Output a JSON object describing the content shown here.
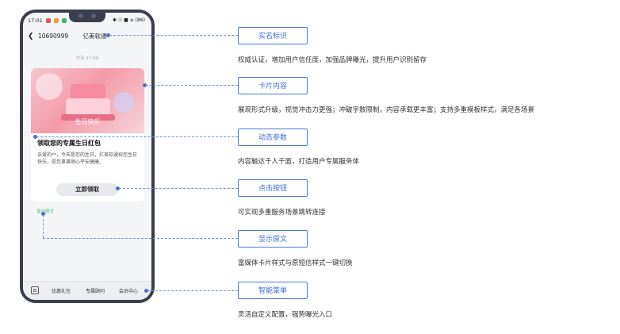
{
  "phone": {
    "status_time": "17:01",
    "status_right": "✱ ☉ ■ ≡ (86)",
    "nav_title_number": "10690999",
    "nav_title_name": "亿美软通",
    "timestamp": "今天 17:00",
    "card": {
      "banner_text": "生日快乐",
      "title": "领取您的专属生日红包",
      "body": "亲爱的**，今天是您的生日，亿美软通祝您生日快乐，愿您事事顺心平安健康。",
      "button": "立即领取"
    },
    "show_original": "显示原文",
    "menu": [
      "优惠礼包",
      "专属顾问",
      "会员中心"
    ]
  },
  "annotations": [
    {
      "label": "实名标识",
      "desc": "权威认证，增加用户信任度，加强品牌曝光，提升用户识别留存"
    },
    {
      "label": "卡片内容",
      "desc": "展现形式升级，视觉冲击力更强；冲破字数限制，内容承载更丰富；支持多重模板样式，满足各场景"
    },
    {
      "label": "动态参数",
      "desc": "内容触达千人千面，打造用户专属服务体"
    },
    {
      "label": "点击按钮",
      "desc": "可实现多重服务场景跳转连接"
    },
    {
      "label": "显示原文",
      "desc": "富媒体卡片样式与原短信样式一键切换"
    },
    {
      "label": "智能菜单",
      "desc": "灵活自定义配置，强势曝光入口"
    }
  ],
  "colors": {
    "accent": "#4a78e0",
    "phone_frame": "#3b3f4d",
    "show_original": "#2eb872"
  }
}
